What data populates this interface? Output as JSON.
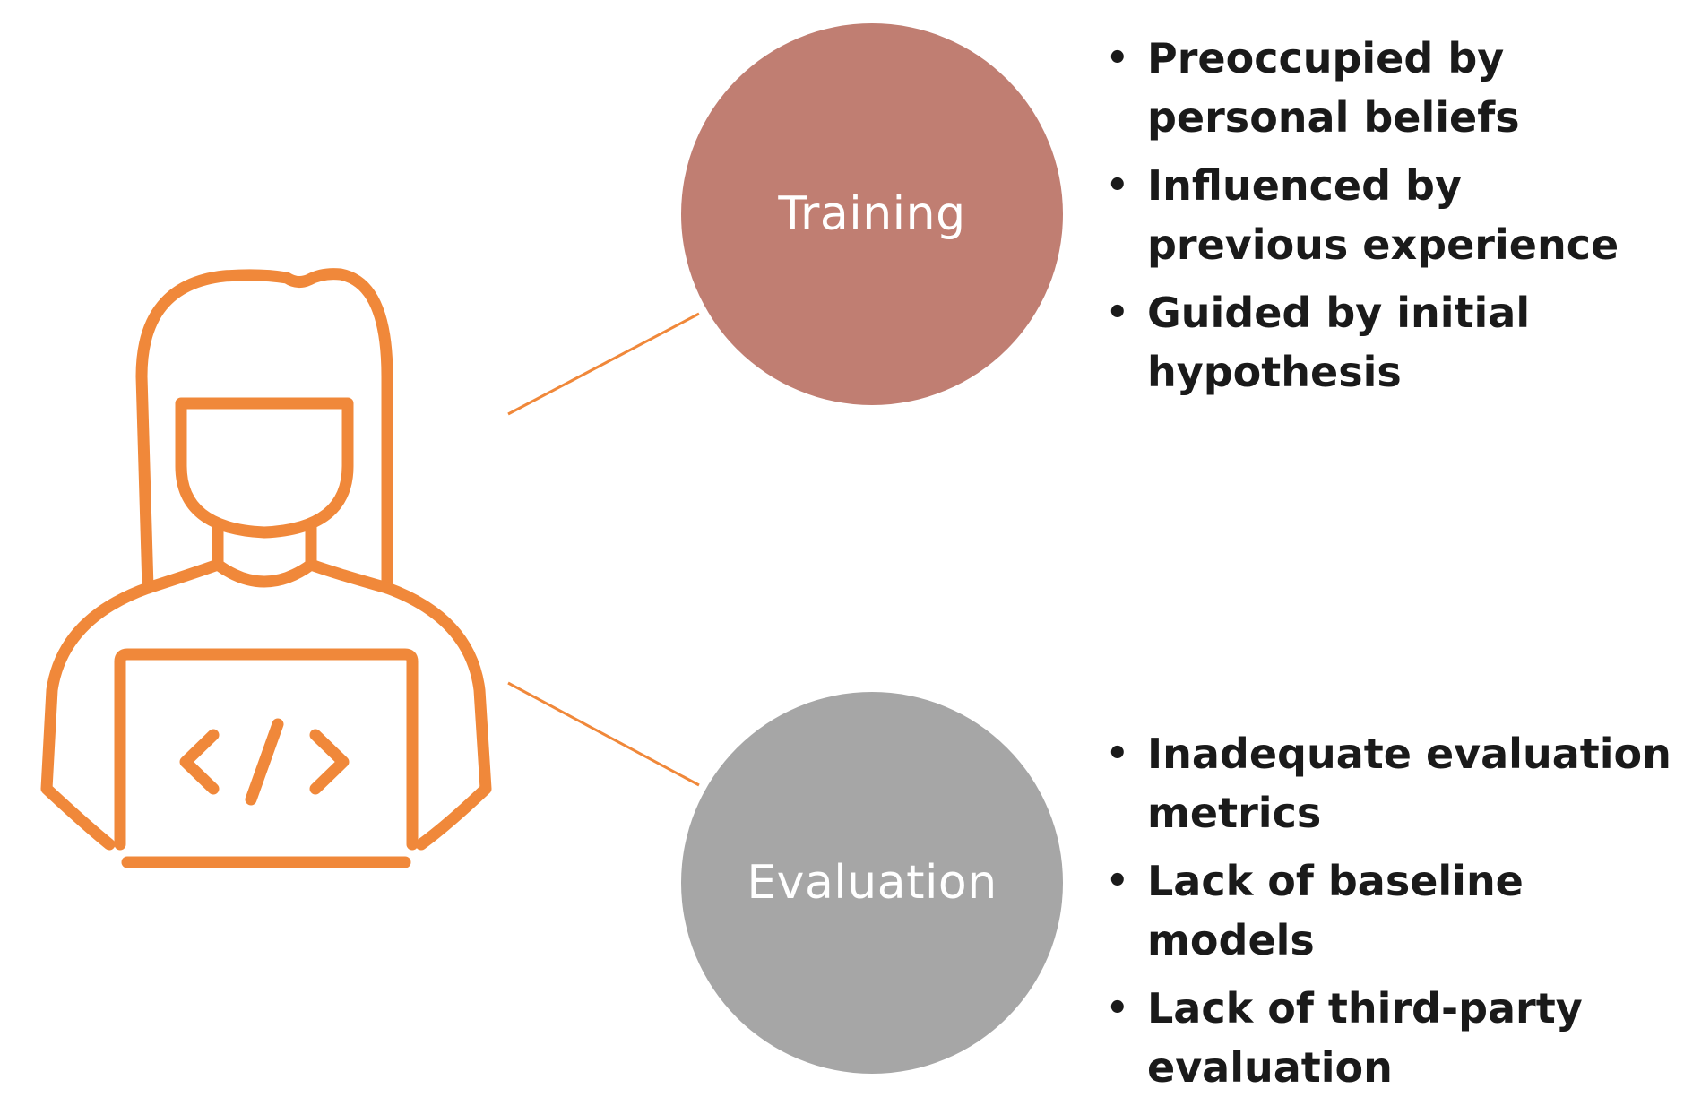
{
  "colors": {
    "person_outline": "#F0883A",
    "training_circle": "#C07E72",
    "evaluation_circle": "#A6A6A6",
    "connector_line": "#F0883A",
    "bullet_text": "#1a1a1a"
  },
  "person": {
    "icon": "developer-person-icon",
    "laptop_icon": "code-brackets-icon",
    "code_symbol": "</>"
  },
  "training": {
    "label": "Training",
    "bullets": [
      "Preoccupied by personal beliefs",
      "Influenced by previous experience",
      "Guided by initial hypothesis"
    ]
  },
  "evaluation": {
    "label": "Evaluation",
    "bullets": [
      "Inadequate evaluation metrics",
      "Lack of baseline models",
      "Lack of third-party evaluation"
    ]
  },
  "bullet_char": "•"
}
